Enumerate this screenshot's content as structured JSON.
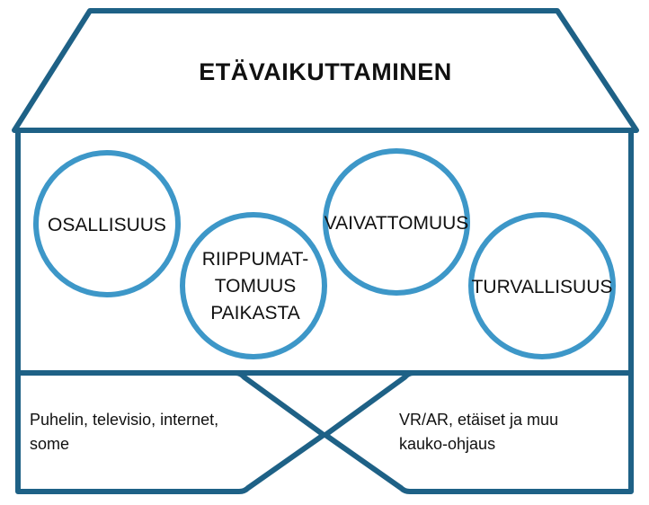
{
  "roof": {
    "title": "ETÄVAIKUTTAMINEN"
  },
  "values": [
    {
      "id": "osallisuus",
      "lines": [
        "OSALLISUUS"
      ]
    },
    {
      "id": "riippumattomuus",
      "lines": [
        "RIIPPUMAT-",
        "TOMUUS",
        "PAIKASTA"
      ]
    },
    {
      "id": "vaivattomuus",
      "lines": [
        "VAIVATTOMUUS"
      ]
    },
    {
      "id": "turvallisuus",
      "lines": [
        "TURVALLISUUS"
      ]
    }
  ],
  "foundation": {
    "left": [
      "Puhelin, televisio, internet,",
      "some"
    ],
    "right": [
      "VR/AR, etäiset ja muu",
      "kauko-ohjaus"
    ]
  },
  "colors": {
    "frame": "#1e6186",
    "circle": "#3d97c8",
    "text": "#111111"
  }
}
